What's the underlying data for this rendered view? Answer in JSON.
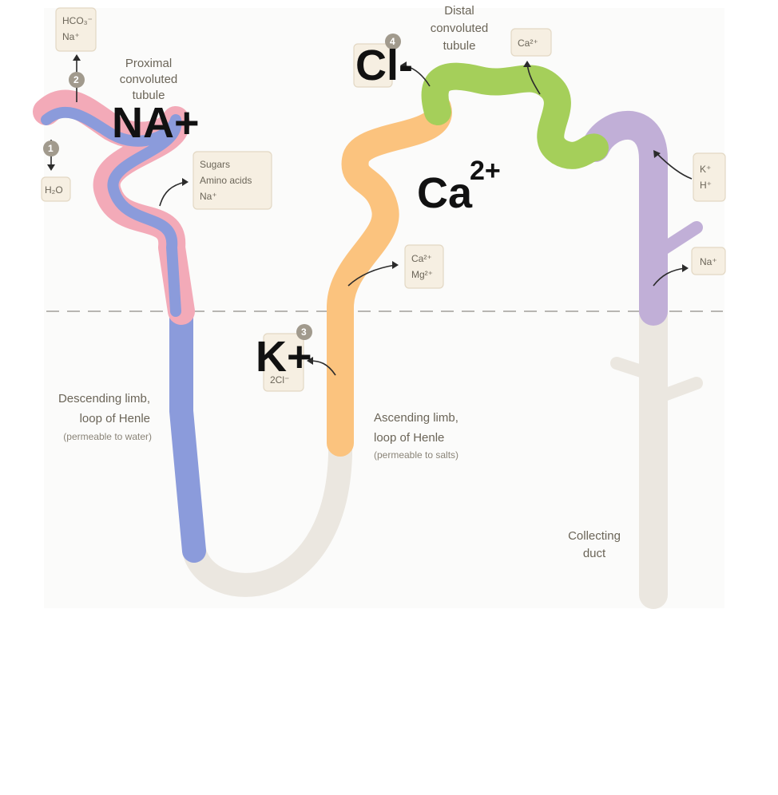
{
  "regions": {
    "proximal": [
      "Proximal",
      "convoluted",
      "tubule"
    ],
    "distal": [
      "Distal",
      "convoluted",
      "tubule"
    ],
    "descending": {
      "title": [
        "Descending limb,",
        "loop of Henle"
      ],
      "note": "(permeable to water)"
    },
    "ascending": {
      "title": [
        "Ascending limb,",
        "loop of Henle"
      ],
      "note": "(permeable to salts)"
    },
    "collecting": [
      "Collecting",
      "duct"
    ]
  },
  "boxes": {
    "hco3": [
      "HCO₃⁻",
      "Na⁺"
    ],
    "h2o": "H₂O",
    "sugars": [
      "Sugars",
      "Amino acids",
      "Na⁺"
    ],
    "ca_mg": [
      "Ca²⁺",
      "Mg²⁺"
    ],
    "cl_2": "2Cl⁻",
    "ca_distal": "Ca²⁺",
    "k_h": [
      "K⁺",
      "H⁺"
    ],
    "na_collect": "Na⁺"
  },
  "badges": [
    "1",
    "2",
    "3",
    "4"
  ],
  "overlay_labels": {
    "na": "NA+",
    "cl": "Cl-",
    "ca_base": "Ca",
    "ca_sup": "2+",
    "k": "K+"
  },
  "colors": {
    "proximal_pink": "#f3aab8",
    "descending_blue": "#8b9bdb",
    "ascending_orange": "#fbc37e",
    "distal_green": "#a5cf5a",
    "collecting_purple": "#c1afd7",
    "duct_gray": "#ebe7e0"
  }
}
